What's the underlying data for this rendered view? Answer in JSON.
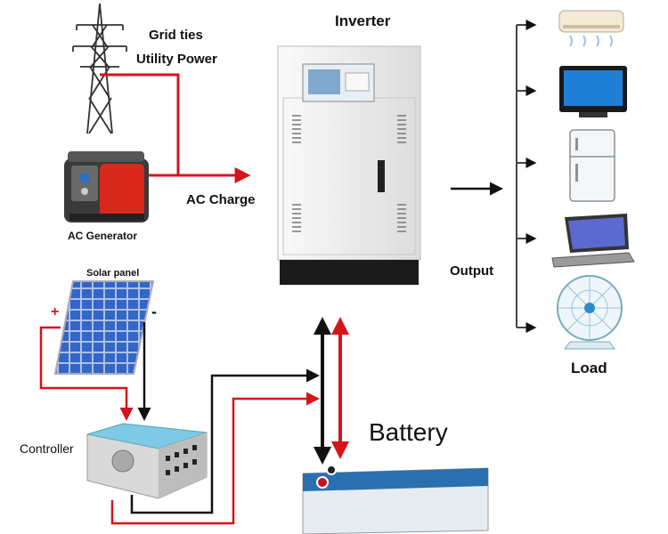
{
  "labels": {
    "inverter": "Inverter",
    "grid_line1": "Grid ties",
    "grid_line2": "Utility Power",
    "ac_charge": "AC Charge",
    "ac_generator": "AC Generator",
    "solar_panel": "Solar panel",
    "plus": "+",
    "minus": "-",
    "controller": "Controller",
    "battery": "Battery",
    "output": "Output",
    "load": "Load"
  },
  "colors": {
    "red_wire": "#d6141c",
    "black_wire": "#111111",
    "generator_body": "#d8281c",
    "solar_cell": "#2450b0",
    "controller_top": "#7ec8e8",
    "battery_top": "#2a6fb0",
    "inverter_body": "#f0f0f0"
  },
  "icons": [
    "transmission-tower-icon",
    "generator-icon",
    "solar-panel-icon",
    "controller-icon",
    "inverter-icon",
    "battery-icon",
    "air-conditioner-icon",
    "tv-icon",
    "refrigerator-icon",
    "laptop-icon",
    "fan-icon"
  ]
}
